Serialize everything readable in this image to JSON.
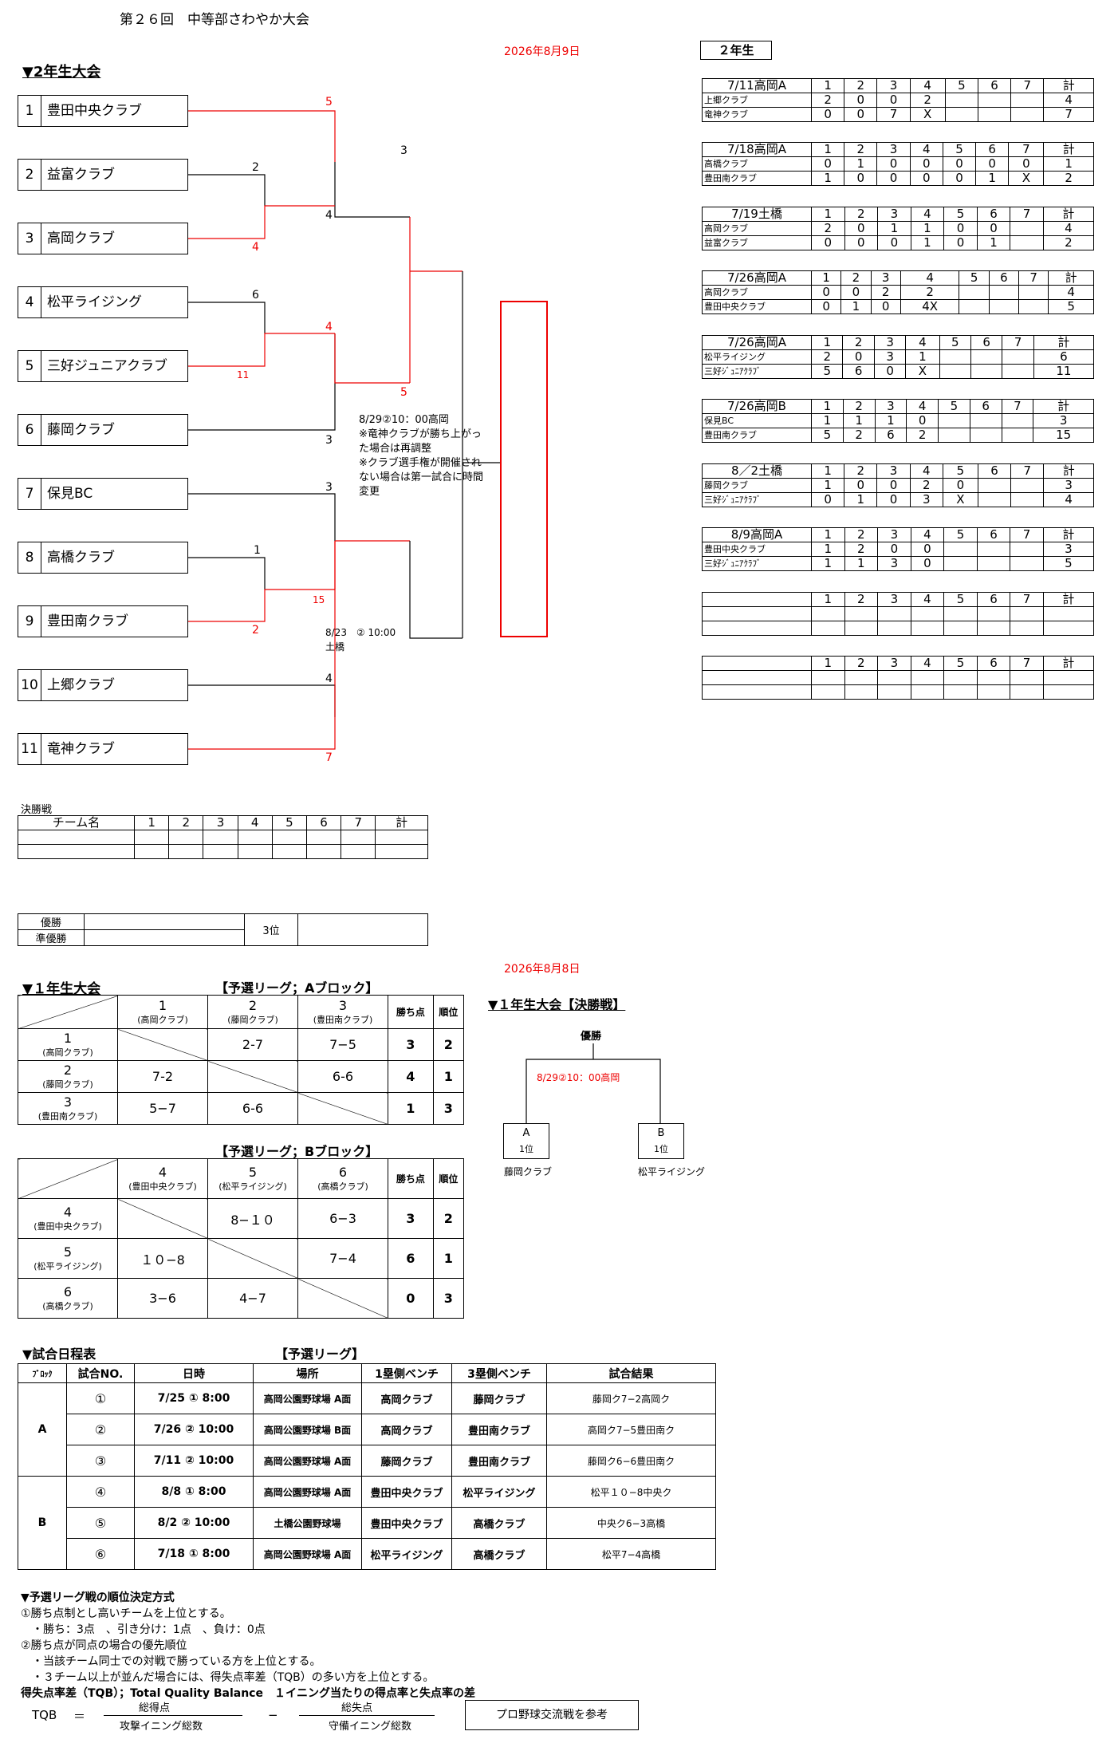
{
  "page_title": "第２６回　中等部さわやか大会",
  "g2": {
    "date": "2026年8月9日",
    "heading": "▼2年生大会",
    "side_title": "２年生",
    "teams": [
      {
        "no": "1",
        "name": "豊田中央クラブ"
      },
      {
        "no": "2",
        "name": "益富クラブ"
      },
      {
        "no": "3",
        "name": "高岡クラブ"
      },
      {
        "no": "4",
        "name": "松平ライジング"
      },
      {
        "no": "5",
        "name": "三好ジュニアクラブ"
      },
      {
        "no": "6",
        "name": "藤岡クラブ"
      },
      {
        "no": "7",
        "name": "保見BC"
      },
      {
        "no": "8",
        "name": "高橋クラブ"
      },
      {
        "no": "9",
        "name": "豊田南クラブ"
      },
      {
        "no": "10",
        "name": "上郷クラブ"
      },
      {
        "no": "11",
        "name": "竜神クラブ"
      }
    ],
    "bracket_scores": {
      "s1": "5",
      "s2": "2",
      "s3": "4",
      "s4": "4",
      "s5": "3",
      "s6": "6",
      "s7": "11",
      "s8": "4",
      "s9": "5",
      "s10": "3",
      "s11": "3",
      "s12": "1",
      "s13": "2",
      "s14": "15",
      "s15": "4",
      "s16": "7"
    },
    "note_final": [
      "8/29②10：00高岡",
      "※竜神クラブが勝ち上がっ",
      "た場合は再調整",
      "※クラブ選手権が開催され",
      "ない場合は第一試合に時間",
      "変更"
    ],
    "note_semi": [
      "8/23　② 10:00",
      "土橋"
    ],
    "games": [
      {
        "label": "7/11高岡A",
        "rows": [
          [
            "上郷クラブ",
            "2",
            "0",
            "0",
            "2",
            "",
            "",
            "",
            "4"
          ],
          [
            "竜神クラブ",
            "0",
            "0",
            "7",
            "X",
            "",
            "",
            "",
            "7"
          ]
        ]
      },
      {
        "label": "7/18高岡A",
        "rows": [
          [
            "高橋クラブ",
            "0",
            "1",
            "0",
            "0",
            "0",
            "0",
            "0",
            "1"
          ],
          [
            "豊田南クラブ",
            "1",
            "0",
            "0",
            "0",
            "0",
            "1",
            "X",
            "2"
          ]
        ]
      },
      {
        "label": "7/19土橋",
        "rows": [
          [
            "高岡クラブ",
            "2",
            "0",
            "1",
            "1",
            "0",
            "0",
            "",
            "4"
          ],
          [
            "益富クラブ",
            "0",
            "0",
            "0",
            "1",
            "0",
            "1",
            "",
            "2"
          ]
        ]
      },
      {
        "label": "7/26高岡A",
        "rows": [
          [
            "高岡クラブ",
            "0",
            "0",
            "2",
            "2",
            "",
            "",
            "",
            "4"
          ],
          [
            "豊田中央クラブ",
            "0",
            "1",
            "0",
            "4X",
            "",
            "",
            "",
            "5"
          ]
        ]
      },
      {
        "label": "7/26高岡A",
        "rows": [
          [
            "松平ライジング",
            "2",
            "0",
            "3",
            "1",
            "",
            "",
            "",
            "6"
          ],
          [
            "三好ｼﾞｭﾆｱｸﾗﾌﾞ",
            "5",
            "6",
            "0",
            "X",
            "",
            "",
            "",
            "11"
          ]
        ]
      },
      {
        "label": "7/26高岡B",
        "rows": [
          [
            "保見BC",
            "1",
            "1",
            "1",
            "0",
            "",
            "",
            "",
            "3"
          ],
          [
            "豊田南クラブ",
            "5",
            "2",
            "6",
            "2",
            "",
            "",
            "",
            "15"
          ]
        ]
      },
      {
        "label": "8／2土橋",
        "rows": [
          [
            "藤岡クラブ",
            "1",
            "0",
            "0",
            "2",
            "0",
            "",
            "",
            "3"
          ],
          [
            "三好ｼﾞｭﾆｱｸﾗﾌﾞ",
            "0",
            "1",
            "0",
            "3",
            "X",
            "",
            "",
            "4"
          ]
        ]
      },
      {
        "label": "8/9高岡A",
        "rows": [
          [
            "豊田中央クラブ",
            "1",
            "2",
            "0",
            "0",
            "",
            "",
            "",
            "3"
          ],
          [
            "三好ｼﾞｭﾆｱｸﾗﾌﾞ",
            "1",
            "1",
            "3",
            "0",
            "",
            "",
            "",
            "5"
          ]
        ]
      },
      {
        "label": "",
        "rows": [
          [
            "",
            "",
            "",
            "",
            "",
            "",
            "",
            "",
            ""
          ],
          [
            "",
            "",
            "",
            "",
            "",
            "",
            "",
            "",
            ""
          ]
        ]
      },
      {
        "label": "",
        "rows": [
          [
            "",
            "",
            "",
            "",
            "",
            "",
            "",
            "",
            ""
          ],
          [
            "",
            "",
            "",
            "",
            "",
            "",
            "",
            "",
            ""
          ]
        ]
      }
    ],
    "inning_headers": [
      "1",
      "2",
      "3",
      "4",
      "5",
      "6",
      "7",
      "計"
    ],
    "final_label": "決勝戦",
    "final_team_header": "チーム名",
    "winner_label": "優勝",
    "runner_label": "準優勝",
    "third_label": "3位"
  },
  "g1": {
    "date": "2026年8月8日",
    "heading": "▼１年生大会",
    "blockA_title": "【予選リーグ；Aブロック】",
    "blockB_title": "【予選リーグ；Bブロック】",
    "points_h": "勝ち点",
    "rank_h": "順位",
    "blockA": {
      "teams": [
        {
          "no": "1",
          "name": "(高岡クラブ)"
        },
        {
          "no": "2",
          "name": "(藤岡クラブ)"
        },
        {
          "no": "3",
          "name": "(豊田南クラブ)"
        }
      ],
      "cells": [
        [
          "",
          "2-7",
          "7−5"
        ],
        [
          "7-2",
          "",
          "6-6"
        ],
        [
          "5−7",
          "6-6",
          ""
        ]
      ],
      "points": [
        "3",
        "4",
        "1"
      ],
      "ranks": [
        "2",
        "1",
        "3"
      ]
    },
    "blockB": {
      "teams": [
        {
          "no": "4",
          "name": "(豊田中央クラブ)"
        },
        {
          "no": "5",
          "name": "(松平ライジング)"
        },
        {
          "no": "6",
          "name": "(高橋クラブ)"
        }
      ],
      "cells": [
        [
          "",
          "8−１０",
          "6−3"
        ],
        [
          "１０−8",
          "",
          "7−4"
        ],
        [
          "3−6",
          "4−7",
          ""
        ]
      ],
      "points": [
        "3",
        "6",
        "0"
      ],
      "ranks": [
        "2",
        "1",
        "3"
      ]
    },
    "final_title": "▼１年生大会【決勝戦】",
    "champion": "優勝",
    "final_note": "8/29②10：00高岡",
    "finalists": [
      {
        "block": "A",
        "rank": "1位",
        "team": "藤岡クラブ"
      },
      {
        "block": "B",
        "rank": "1位",
        "team": "松平ライジング"
      }
    ]
  },
  "schedule": {
    "heading": "▼試合日程表",
    "subheading": "【予選リーグ】",
    "headers": [
      "ﾌﾞﾛｯｸ",
      "試合NO.",
      "日時",
      "場所",
      "1塁側ベンチ",
      "3塁側ベンチ",
      "試合結果"
    ],
    "rows": [
      {
        "block": "A",
        "no": "①",
        "dt": "7/25 ① 8:00",
        "place": "高岡公園野球場 A面",
        "first": "高岡クラブ",
        "third": "藤岡クラブ",
        "result": "藤岡ク7−2高岡ク"
      },
      {
        "block": "",
        "no": "②",
        "dt": "7/26 ② 10:00",
        "place": "高岡公園野球場 B面",
        "first": "高岡クラブ",
        "third": "豊田南クラブ",
        "result": "高岡ク7−5豊田南ク"
      },
      {
        "block": "",
        "no": "③",
        "dt": "7/11 ② 10:00",
        "place": "高岡公園野球場 A面",
        "first": "藤岡クラブ",
        "third": "豊田南クラブ",
        "result": "藤岡ク6−6豊田南ク"
      },
      {
        "block": "B",
        "no": "④",
        "dt": "8/8 ① 8:00",
        "place": "高岡公園野球場 A面",
        "first": "豊田中央クラブ",
        "third": "松平ライジング",
        "result": "松平１０−8中央ク"
      },
      {
        "block": "",
        "no": "⑤",
        "dt": "8/2 ② 10:00",
        "place": "土橋公園野球場",
        "first": "豊田中央クラブ",
        "third": "高橋クラブ",
        "result": "中央ク6−3高橋"
      },
      {
        "block": "",
        "no": "⑥",
        "dt": "7/18 ① 8:00",
        "place": "高岡公園野球場 A面",
        "first": "松平ライジング",
        "third": "高橋クラブ",
        "result": "松平7−4高橋"
      }
    ]
  },
  "rules": {
    "title": "▼予選リーグ戦の順位決定方式",
    "lines": [
      "①勝ち点制とし高いチームを上位とする。",
      "・勝ち：3点　、引き分け：1点　、負け：0点",
      "②勝ち点が同点の場合の優先順位",
      "・当該チーム同士での対戦で勝っている方を上位とする。",
      "・３チーム以上が並んだ場合には、得失点率差（TQB）の多い方を上位とする。",
      "得失点率差（TQB）；Total  Quality  Balance　１イニング当たりの得点率と失点率の差"
    ],
    "tqb": "TQB",
    "eq": "＝",
    "minus": "−",
    "num1": "総得点",
    "den1": "攻撃イニング総数",
    "num2": "総失点",
    "den2": "守備イニング総数",
    "ref": "プロ野球交流戦を参考"
  }
}
